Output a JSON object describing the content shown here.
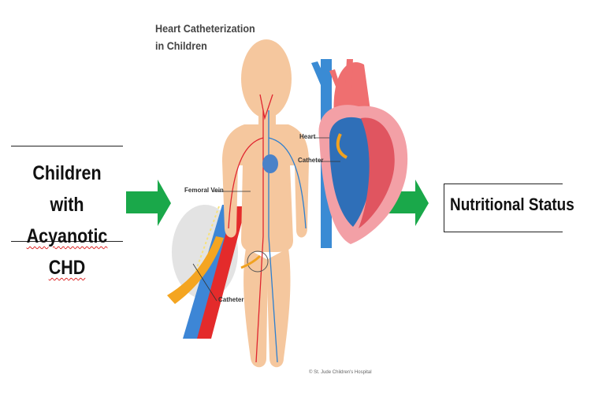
{
  "left_box": {
    "line1": "Children with",
    "line2": "Acyanotic CHD"
  },
  "right_box": {
    "text": "Nutritional Status"
  },
  "illustration": {
    "title_line1": "Heart Catheterization",
    "title_line2": "in Children",
    "labels": {
      "heart": "Heart",
      "catheter": "Catheter",
      "femoral_vein": "Femoral Vein",
      "catheter_insert": "Catheter"
    },
    "credit": "© St. Jude Children's Hospital"
  },
  "colors": {
    "arrow": "#1aa84a",
    "skin": "#f5c79e",
    "artery": "#e0252f",
    "vein": "#2c7fd0",
    "catheter": "#f0a220"
  }
}
